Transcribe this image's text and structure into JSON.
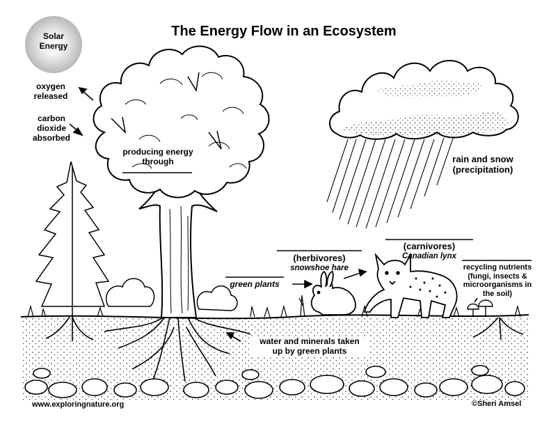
{
  "title": "The Energy Flow in an Ecosystem",
  "sun": {
    "line1": "Solar",
    "line2": "Energy"
  },
  "oxygen": {
    "line1": "oxygen",
    "line2": "released"
  },
  "carbon": {
    "line1": "carbon",
    "line2": "dioxide",
    "line3": "absorbed"
  },
  "producing": {
    "line1": "producing energy",
    "line2": "through"
  },
  "rain": {
    "line1": "rain and snow",
    "line2": "(precipitation)"
  },
  "herbivores": {
    "heading": "(herbivores)",
    "example": "snowshoe hare"
  },
  "carnivores": {
    "heading": "(carnivores)",
    "example": "Canadian lynx"
  },
  "green_plants": "green plants",
  "recycling": {
    "line1": "recycling nutrients",
    "line2": "(fungi, insects &",
    "line3": "microorganisms in",
    "line4": "the soil)"
  },
  "water": {
    "line1": "water and minerals taken",
    "line2": "up by green plants"
  },
  "website": "www.exploringnature.org",
  "credit": "©Sheri Amsel"
}
